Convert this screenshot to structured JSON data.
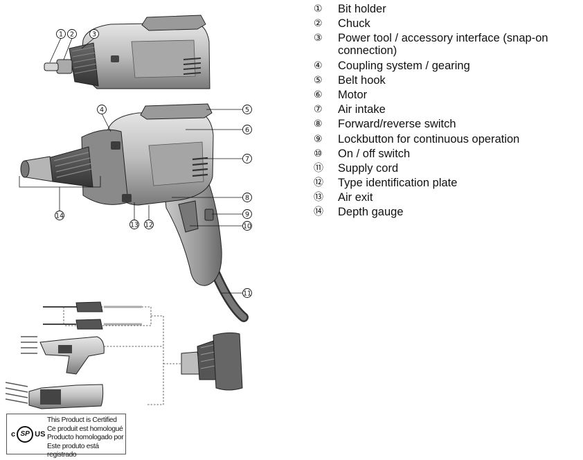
{
  "legend": [
    {
      "num": "①",
      "label": "Bit holder"
    },
    {
      "num": "②",
      "label": "Chuck"
    },
    {
      "num": "③",
      "label": "Power tool / accessory interface (snap-on connection)"
    },
    {
      "num": "④",
      "label": "Coupling system / gearing"
    },
    {
      "num": "⑤",
      "label": "Belt hook"
    },
    {
      "num": "⑥",
      "label": "Motor"
    },
    {
      "num": "⑦",
      "label": "Air intake"
    },
    {
      "num": "⑧",
      "label": "Forward/reverse switch"
    },
    {
      "num": "⑨",
      "label": "Lockbutton for continuous operation"
    },
    {
      "num": "⑩",
      "label": "On / off switch"
    },
    {
      "num": "⑪",
      "label": "Supply cord"
    },
    {
      "num": "⑫",
      "label": "Type identification plate"
    },
    {
      "num": "⑬",
      "label": "Air exit"
    },
    {
      "num": "⑭",
      "label": "Depth gauge"
    }
  ],
  "callouts": {
    "c1": "1",
    "c2": "2",
    "c3": "3",
    "c4": "4",
    "c5": "5",
    "c6": "6",
    "c7": "7",
    "c8": "8",
    "c9": "9",
    "c10": "10",
    "c11": "11",
    "c12": "12",
    "c13": "13",
    "c14": "14"
  },
  "certification": {
    "mark_left": "c",
    "mark_center": "SP",
    "mark_right": "US",
    "lines": [
      "This Product is Certified",
      "Ce produit est homologué",
      "Producto homologado por",
      "Este produto está registrado"
    ]
  },
  "colors": {
    "tool_light": "#d8d8d8",
    "tool_mid": "#a9a9a9",
    "tool_dark": "#5e5e5e",
    "outline": "#222222"
  }
}
